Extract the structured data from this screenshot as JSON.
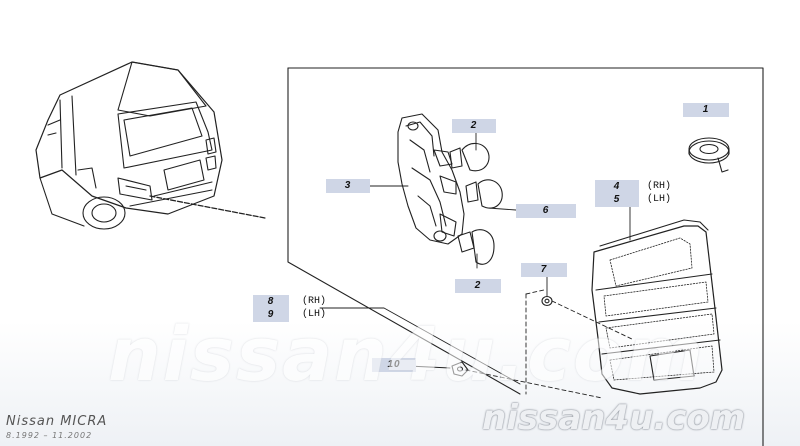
{
  "model": {
    "title": "Nissan MICRA",
    "range": "8.1992 – 11.2002"
  },
  "watermark": {
    "main": "nissan4u.com",
    "corner": "nissan4u.com"
  },
  "callouts": {
    "c1": "1",
    "c2a": "2",
    "c3": "3",
    "c45_top": "4",
    "c45_bottom": "5",
    "c6": "6",
    "c2b": "2",
    "c7": "7",
    "c89_top": "8",
    "c89_bottom": "9",
    "c10": "10"
  },
  "sides": {
    "rh": "(RH)",
    "lh": "(LH)"
  },
  "colors": {
    "callout_bg": "#cfd6e6",
    "line": "#222222"
  }
}
